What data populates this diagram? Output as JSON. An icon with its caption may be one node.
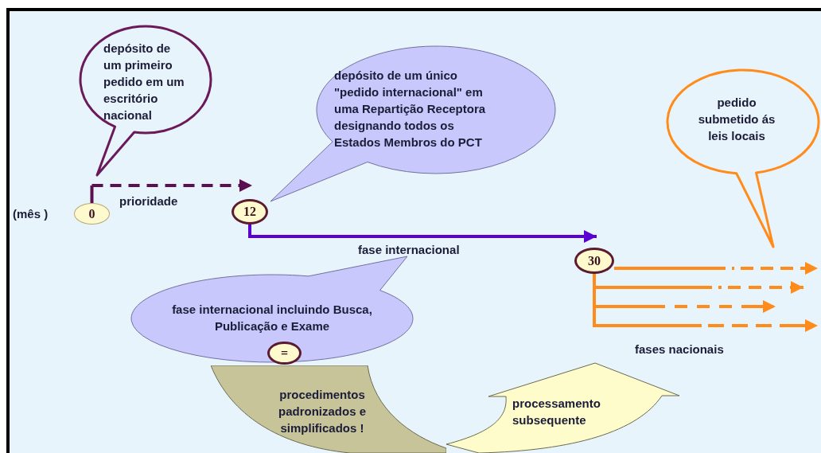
{
  "diagram": {
    "nodes": [
      {
        "text": [
          "depósito de um primeiro pedido em um escritório nacional"
        ]
      },
      {
        "text": [
          "0"
        ]
      },
      {
        "text": [
          "12"
        ]
      },
      {
        "text": [
          "depósito de um único \"pedido internacional\" em uma Repartição Receptora designando todos os Estados Membros do PCT"
        ]
      },
      {
        "text": [
          "30"
        ]
      },
      {
        "text": [
          "pedido submetido ás leis locais"
        ]
      },
      {
        "text": [
          "fase internacional incluindo Busca, Publicação e Exame"
        ]
      },
      {
        "text": [
          "="
        ],
        "in": 6
      },
      {
        "text": [
          "procedimentos padronizados e simplificados !"
        ]
      },
      {
        "text": [
          "processamento subsequente"
        ]
      }
    ],
    "edges": [
      {
        "from": 1,
        "to": 2,
        "arrow": "to",
        "label": "prioridade",
        "style": "dashed",
        "color": "#5a1050"
      },
      {
        "from": 2,
        "to": 4,
        "arrow": "to",
        "label": "fase internacional",
        "color": "#5a00d0"
      },
      {
        "from": 4,
        "to": null,
        "arrow": "to",
        "style": "dashed",
        "color": "#ff8c1a"
      },
      {
        "from": 4,
        "to": null,
        "arrow": "to",
        "style": "dashed",
        "color": "#ff8c1a"
      },
      {
        "from": 4,
        "to": null,
        "arrow": "to",
        "style": "dashed",
        "color": "#ff8c1a"
      },
      {
        "from": 4,
        "to": null,
        "arrow": "to",
        "style": "dashed",
        "color": "#ff8c1a"
      }
    ],
    "labels": [
      "(mês )",
      "fases nacionais"
    ]
  }
}
